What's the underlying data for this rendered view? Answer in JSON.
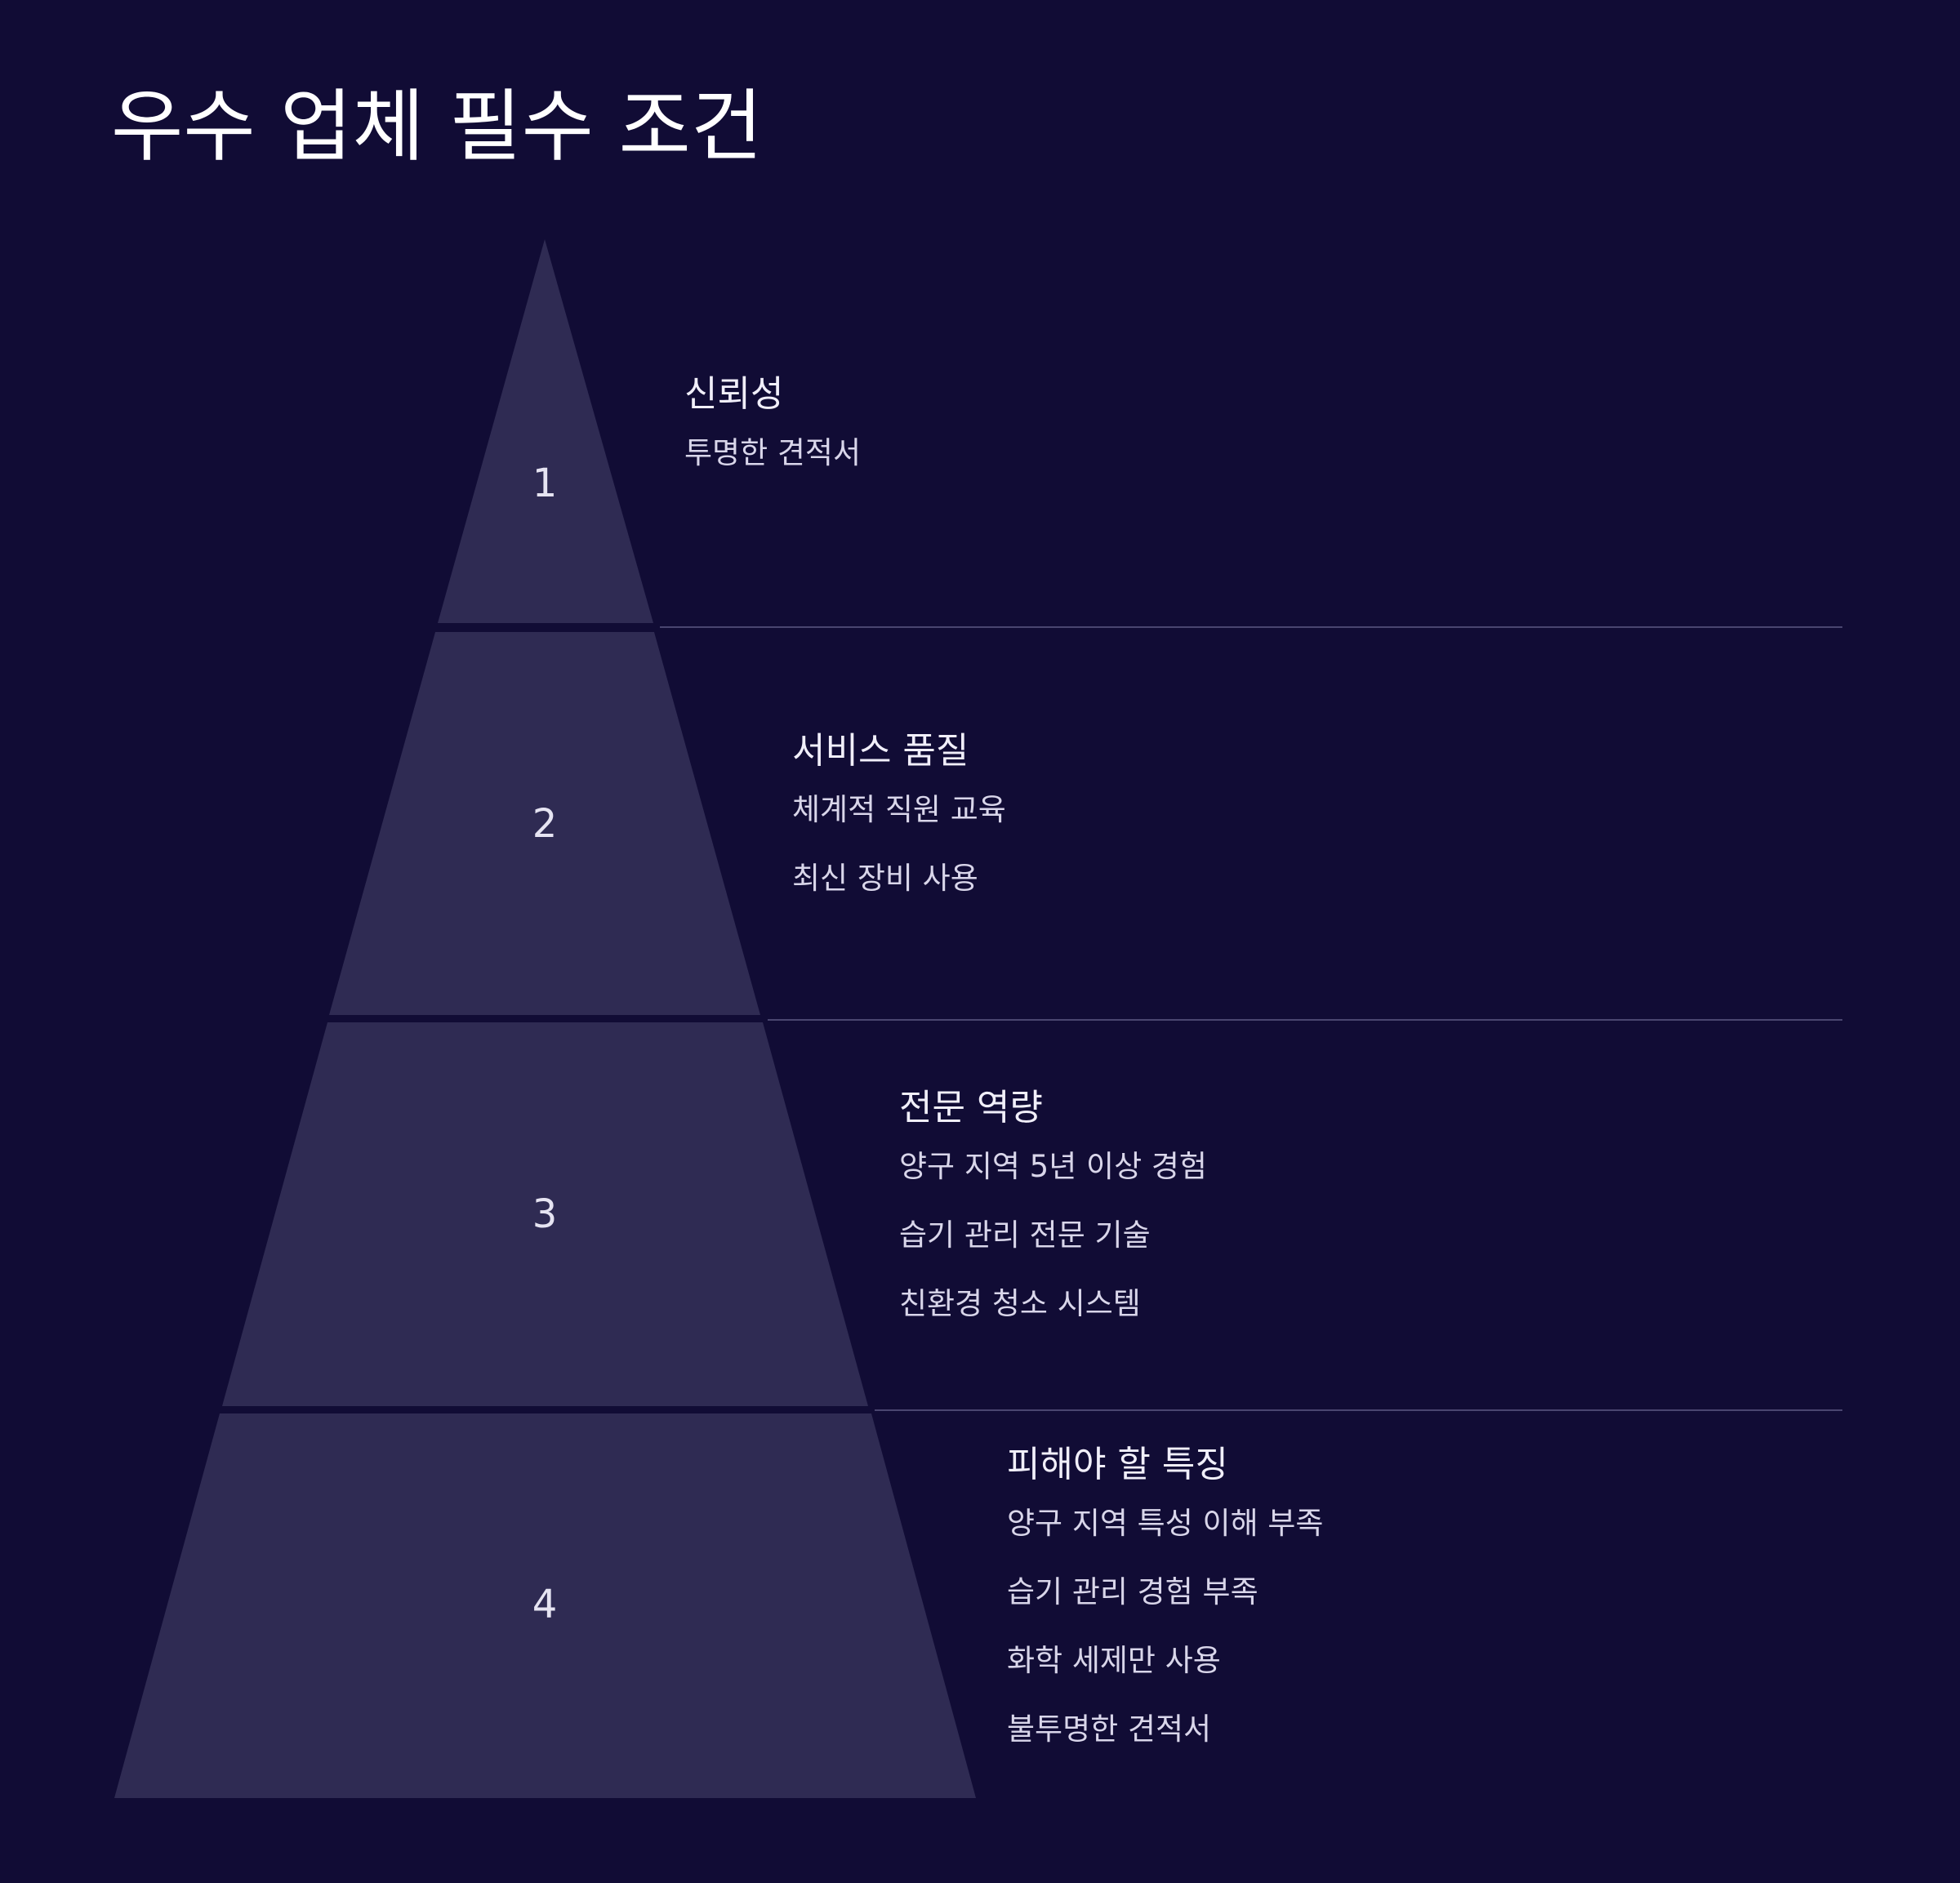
{
  "title": "우수 업체 필수 조건",
  "colors": {
    "background": "#110c35",
    "segment_fill": "#2f2b53",
    "divider": "#4a4670",
    "title_text": "#ffffff",
    "number_text": "#e6e4f2"
  },
  "tiers": [
    {
      "number": "1",
      "heading": "신뢰성",
      "items": [
        "투명한 견적서"
      ]
    },
    {
      "number": "2",
      "heading": "서비스 품질",
      "items": [
        "체계적 직원 교육",
        "최신 장비 사용"
      ]
    },
    {
      "number": "3",
      "heading": "전문 역량",
      "items": [
        "양구 지역 5년 이상 경험",
        "습기 관리 전문 기술",
        "친환경 청소 시스템"
      ]
    },
    {
      "number": "4",
      "heading": "피해야 할 특징",
      "items": [
        "양구 지역 특성 이해 부족",
        "습기 관리 경험 부족",
        "화학 세제만 사용",
        "불투명한 견적서"
      ]
    }
  ]
}
